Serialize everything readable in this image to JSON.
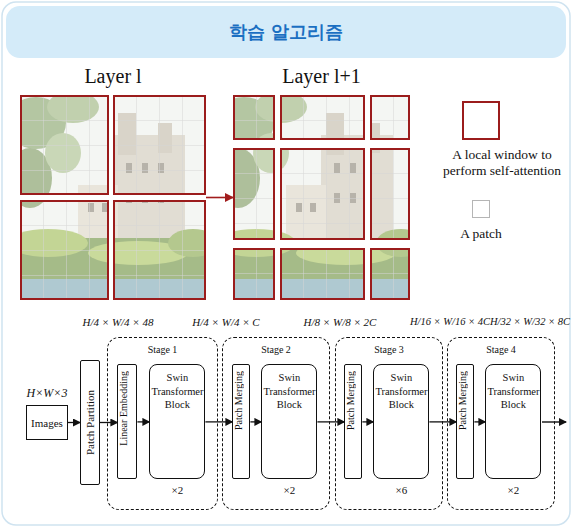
{
  "diagram": {
    "title": "학습 알고리즘",
    "nodes": [
      {
        "text": [
          "Layer l"
        ]
      },
      {
        "text": [
          "Layer l+1"
        ]
      },
      {
        "text": [
          "Images"
        ]
      },
      {
        "text": [
          "Patch Partition"
        ]
      },
      {
        "text": [
          "Stage 1"
        ]
      },
      {
        "text": [
          "Linear Embedding"
        ],
        "in": 4
      },
      {
        "text": [
          "Swin Transformer Block",
          "×2"
        ],
        "in": 4
      },
      {
        "text": [
          "Stage 2"
        ]
      },
      {
        "text": [
          "Patch Merging"
        ],
        "in": 7
      },
      {
        "text": [
          "Swin Transformer Block",
          "×2"
        ],
        "in": 7
      },
      {
        "text": [
          "Stage 3"
        ]
      },
      {
        "text": [
          "Patch Merging"
        ],
        "in": 10
      },
      {
        "text": [
          "Swin Transformer Block",
          "×6"
        ],
        "in": 10
      },
      {
        "text": [
          "Stage 4"
        ]
      },
      {
        "text": [
          "Patch Merging"
        ],
        "in": 13
      },
      {
        "text": [
          "Swin Transformer Block",
          "×2"
        ],
        "in": 13
      }
    ],
    "edges": [
      {
        "from": 0,
        "to": 1,
        "arrow": "to"
      },
      {
        "from": 2,
        "to": 3,
        "arrow": "to"
      },
      {
        "from": 3,
        "to": 5,
        "arrow": "to"
      },
      {
        "from": 5,
        "to": 6,
        "arrow": "to"
      },
      {
        "from": 6,
        "to": 8,
        "arrow": "to"
      },
      {
        "from": 8,
        "to": 9,
        "arrow": "to"
      },
      {
        "from": 9,
        "to": 11,
        "arrow": "to"
      },
      {
        "from": 11,
        "to": 12,
        "arrow": "to"
      },
      {
        "from": 12,
        "to": 14,
        "arrow": "to"
      },
      {
        "from": 14,
        "to": 15,
        "arrow": "to"
      }
    ],
    "labels": [
      "H/4 × W/4 × 48",
      "H/4 × W/4 × C",
      "H/8 × W/8 × 2C",
      "H/16 × W/16 × 4C",
      "H/32 × W/32 × 8C",
      "H×W×3"
    ],
    "legend": [
      {
        "text": "A local window to perform self-attention"
      },
      {
        "text": "A patch"
      }
    ]
  }
}
